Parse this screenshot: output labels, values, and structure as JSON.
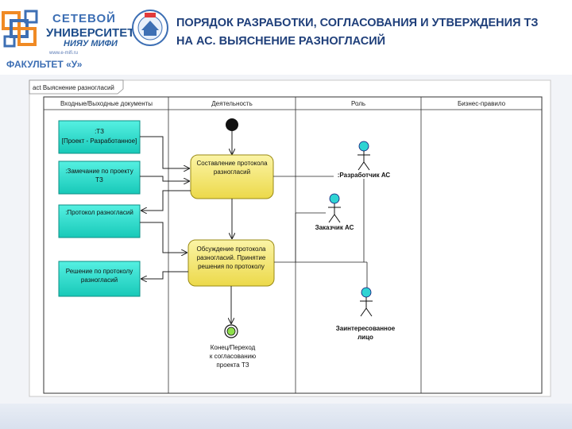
{
  "header": {
    "logo_line1": "СЕТЕВОЙ",
    "logo_line2": "УНИВЕРСИТЕТ",
    "logo_line3": "НИЯУ МИФИ",
    "logo_line4": "www.e-mifi.ru",
    "title": "ПОРЯДОК РАЗРАБОТКИ, СОГЛАСОВАНИЯ И УТВЕРЖДЕНИЯ ТЗ НА АС. ВЫЯСНЕНИЕ РАЗНОГЛАСИЙ",
    "faculty": "ФАКУЛЬТЕТ «У»"
  },
  "diagram": {
    "frame_label": "act Выяснение разногласий",
    "lanes": [
      "Входные/Выходные документы",
      "Деятельность",
      "Роль",
      "Бизнес-правило"
    ],
    "documents": [
      {
        "line1": ":ТЗ",
        "line2": "[Проект - Разработанное]"
      },
      {
        "line1": ":Замечание по проекту",
        "line2": "ТЗ"
      },
      {
        "line1": ":Протокол разногласий",
        "line2": ""
      },
      {
        "line1": "Решение по протоколу",
        "line2": "разногласий"
      }
    ],
    "activities": [
      {
        "line1": "Составление протокола",
        "line2": "разногласий",
        "line3": ""
      },
      {
        "line1": "Обсуждение протокола",
        "line2": "разногласий. Принятие",
        "line3": "решения по протоколу"
      }
    ],
    "roles": [
      {
        "name": ":Разработчик АС"
      },
      {
        "name": "Заказчик АС"
      },
      {
        "name": "Заинтересованное",
        "name2": "лицо"
      }
    ],
    "final_label": {
      "line1": "Конец/Переход",
      "line2": "к согласованию",
      "line3": "проекта ТЗ"
    }
  },
  "colors": {
    "document_fill": "#2fe0d0",
    "activity_fill": "#f3e86a",
    "actor_fill": "#2fd3d3",
    "title_color": "#1f3f7a",
    "logo_blue": "#3d6fb4"
  }
}
